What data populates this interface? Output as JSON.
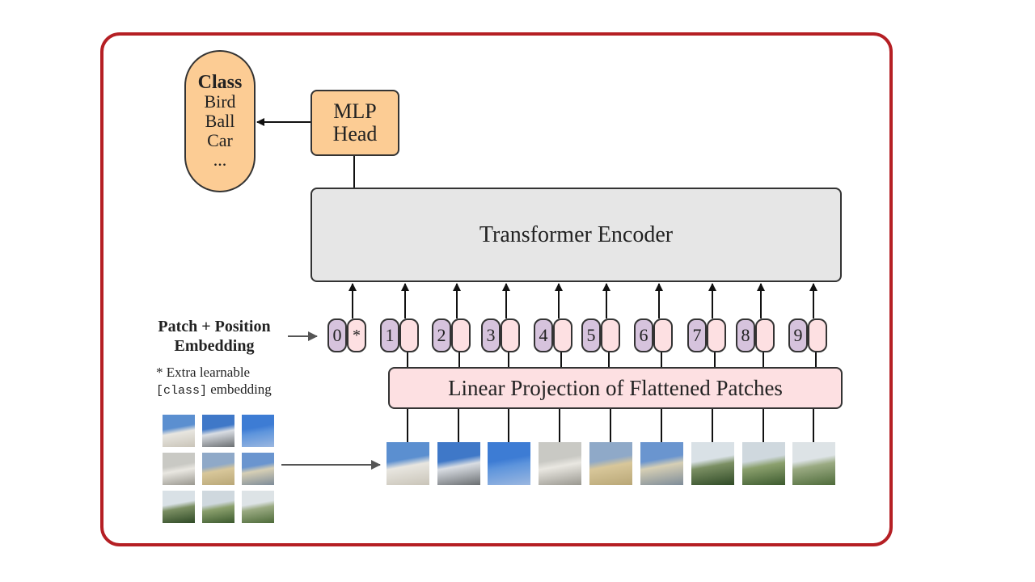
{
  "class_box": {
    "title": "Class",
    "items": [
      "Bird",
      "Ball",
      "Car",
      "..."
    ]
  },
  "mlp_head": {
    "line1": "MLP",
    "line2": "Head"
  },
  "encoder": {
    "label": "Transformer Encoder"
  },
  "linear_projection": {
    "label": "Linear Projection of Flattened Patches"
  },
  "patch_embedding": {
    "line1": "Patch + Position",
    "line2": "Embedding"
  },
  "extra_note": {
    "line1": "* Extra learnable",
    "code": "[class]",
    "line2_suffix": " embedding"
  },
  "tokens": [
    {
      "num": "0",
      "emb": "*"
    },
    {
      "num": "1",
      "emb": ""
    },
    {
      "num": "2",
      "emb": ""
    },
    {
      "num": "3",
      "emb": ""
    },
    {
      "num": "4",
      "emb": ""
    },
    {
      "num": "5",
      "emb": ""
    },
    {
      "num": "6",
      "emb": ""
    },
    {
      "num": "7",
      "emb": ""
    },
    {
      "num": "8",
      "emb": ""
    },
    {
      "num": "9",
      "emb": ""
    }
  ]
}
